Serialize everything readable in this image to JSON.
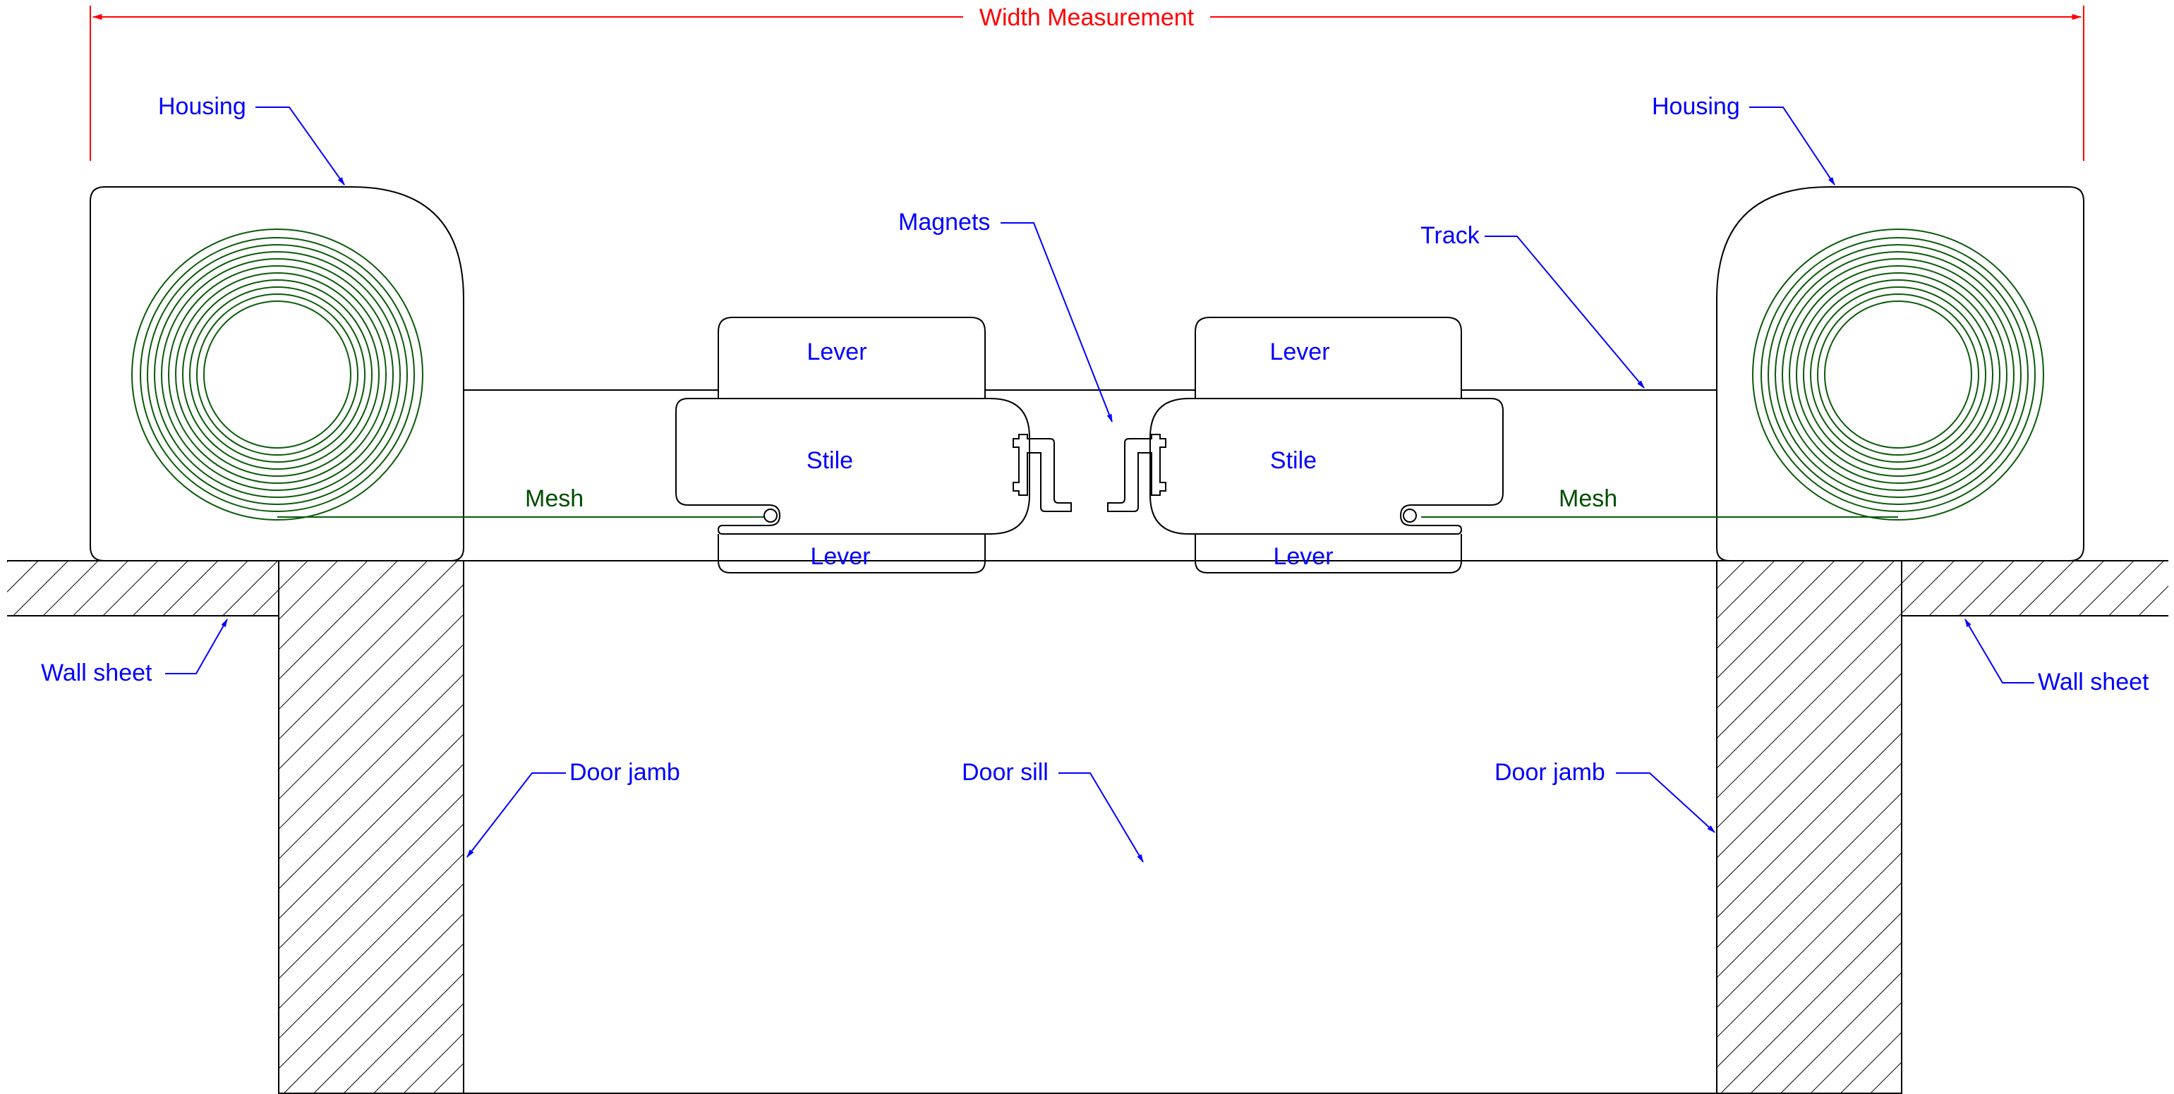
{
  "width_measurement": "Width Measurement",
  "labels": {
    "housing_left": "Housing",
    "housing_right": "Housing",
    "magnets": "Magnets",
    "track": "Track",
    "lever_top_left": "Lever",
    "lever_top_right": "Lever",
    "stile_left": "Stile",
    "stile_right": "Stile",
    "mesh_left": "Mesh",
    "mesh_right": "Mesh",
    "lever_bottom_left": "Lever",
    "lever_bottom_right": "Lever",
    "wall_sheet_left": "Wall sheet",
    "wall_sheet_right": "Wall sheet",
    "door_jamb_left": "Door jamb",
    "door_jamb_right": "Door jamb",
    "door_sill": "Door sill"
  },
  "colors": {
    "label": "#0000ff",
    "mesh": "#004d00",
    "coil": "#0a5a0a",
    "dimension": "#ff0000",
    "outline": "#000000"
  }
}
